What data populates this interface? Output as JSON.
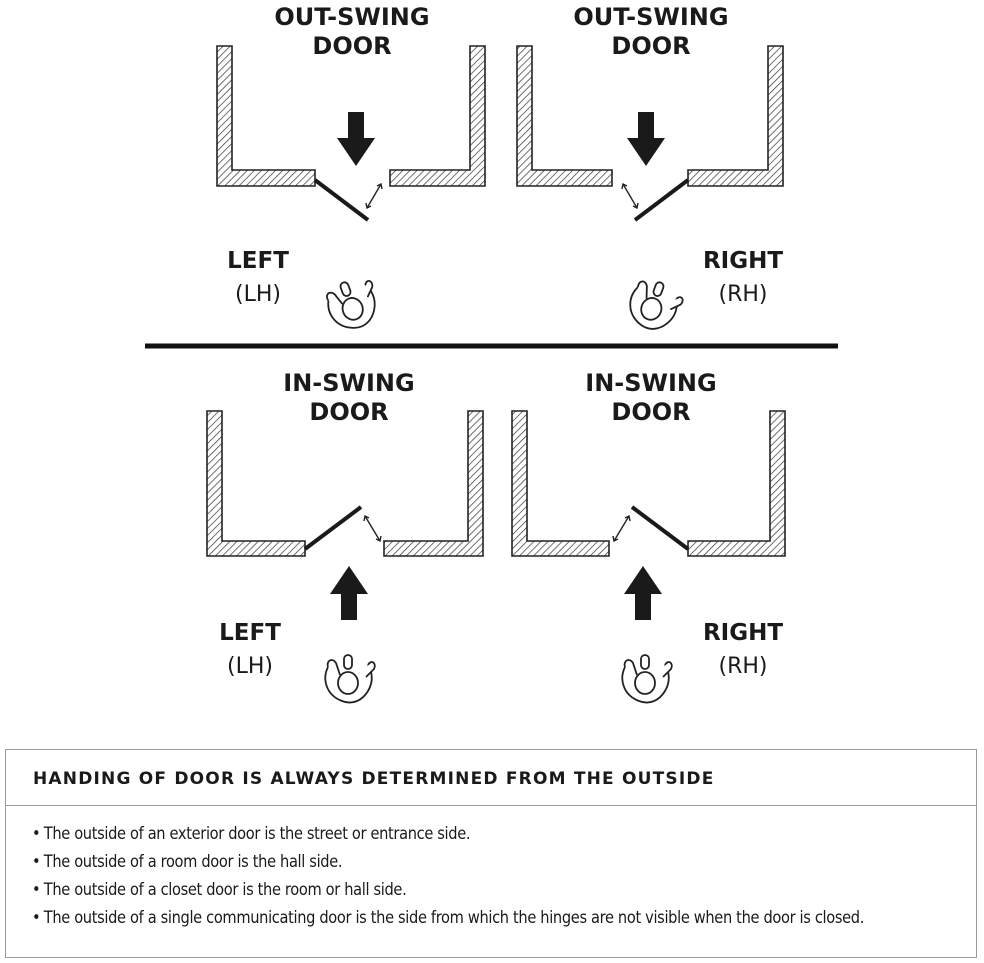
{
  "panels": [
    {
      "title_line1": "OUT-SWING",
      "title_line2": "DOOR",
      "hand": "LEFT",
      "code": "(LH)"
    },
    {
      "title_line1": "OUT-SWING",
      "title_line2": "DOOR",
      "hand": "RIGHT",
      "code": "(RH)"
    },
    {
      "title_line1": "IN-SWING",
      "title_line2": "DOOR",
      "hand": "LEFT",
      "code": "(LH)"
    },
    {
      "title_line1": "IN-SWING",
      "title_line2": "DOOR",
      "hand": "RIGHT",
      "code": "(RH)"
    }
  ],
  "info": {
    "heading": "HANDING OF DOOR IS ALWAYS DETERMINED FROM THE OUTSIDE",
    "items": [
      "The outside of an exterior door is the street or entrance side.",
      "The outside of a room door is the hall side.",
      "The outside of a closet door is the room or hall side.",
      "The outside of a single communicating door is the side from which the hinges are not visible when the door is closed."
    ]
  }
}
